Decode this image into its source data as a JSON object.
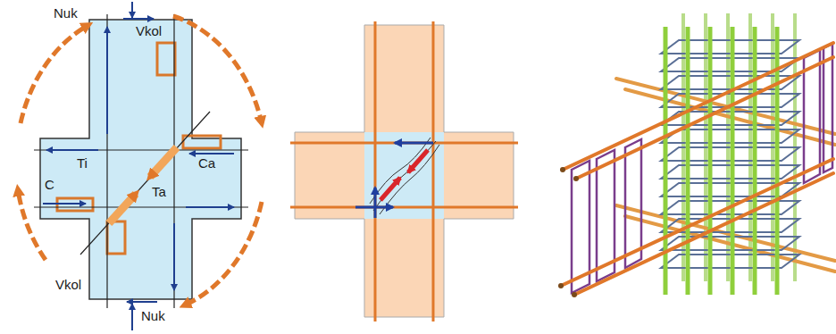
{
  "diagram": {
    "labels": [
      "Nuk",
      "Vkol",
      "Ti",
      "C",
      "Ca",
      "Ta",
      "Vkol",
      "Nuk"
    ]
  }
}
